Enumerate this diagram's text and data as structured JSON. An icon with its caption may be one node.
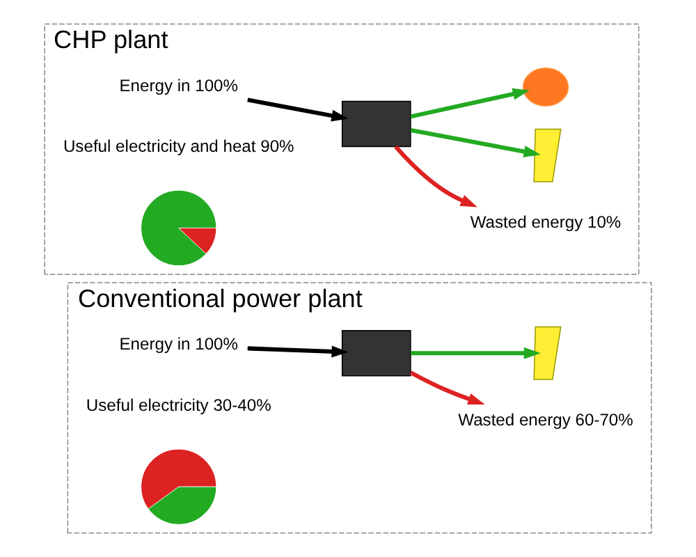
{
  "diagram": {
    "nodes": [
      {
        "text": [
          "Conventional power plant"
        ]
      },
      {
        "text": [
          "Energy in 100%"
        ],
        "in": 0
      },
      {
        "text": [],
        "shape": "box",
        "in": 0
      },
      {
        "text": [
          "Wasted energy 60-70%"
        ],
        "in": 0
      },
      {
        "text": [],
        "shape": "lightning",
        "in": 0
      },
      {
        "text": [
          "Useful electricity 30-40%"
        ],
        "in": 0
      },
      {
        "text": [],
        "shape": "circle",
        "in": 0
      },
      {
        "text": [
          "CHP plant"
        ]
      },
      {
        "text": [
          "Energy in 100%"
        ],
        "in": 7
      },
      {
        "text": [],
        "shape": "box",
        "in": 7
      },
      {
        "text": [
          "Wasted energy 10%"
        ],
        "in": 7
      },
      {
        "text": [],
        "shape": "lightning",
        "in": 7
      },
      {
        "text": [],
        "shape": "cloud",
        "in": 7
      },
      {
        "text": [
          "Useful electricity and heat 90%"
        ],
        "in": 7
      },
      {
        "text": [],
        "shape": "circle",
        "in": 7
      }
    ],
    "edges": [
      {
        "from": 1,
        "to": 2,
        "arrow": "to",
        "color": "#000000"
      },
      {
        "from": 2,
        "to": 3,
        "arrow": "to",
        "color": "#dd2222"
      },
      {
        "from": 2,
        "to": 4,
        "arrow": "to",
        "color": "#22aa22"
      },
      {
        "from": 8,
        "to": 9,
        "arrow": "to",
        "color": "#000000"
      },
      {
        "from": 9,
        "to": 10,
        "arrow": "to",
        "color": "#dd2222"
      },
      {
        "from": 9,
        "to": 11,
        "arrow": "to",
        "color": "#22aa22"
      },
      {
        "from": 9,
        "to": 12,
        "arrow": "to",
        "color": "#22aa22"
      }
    ]
  }
}
